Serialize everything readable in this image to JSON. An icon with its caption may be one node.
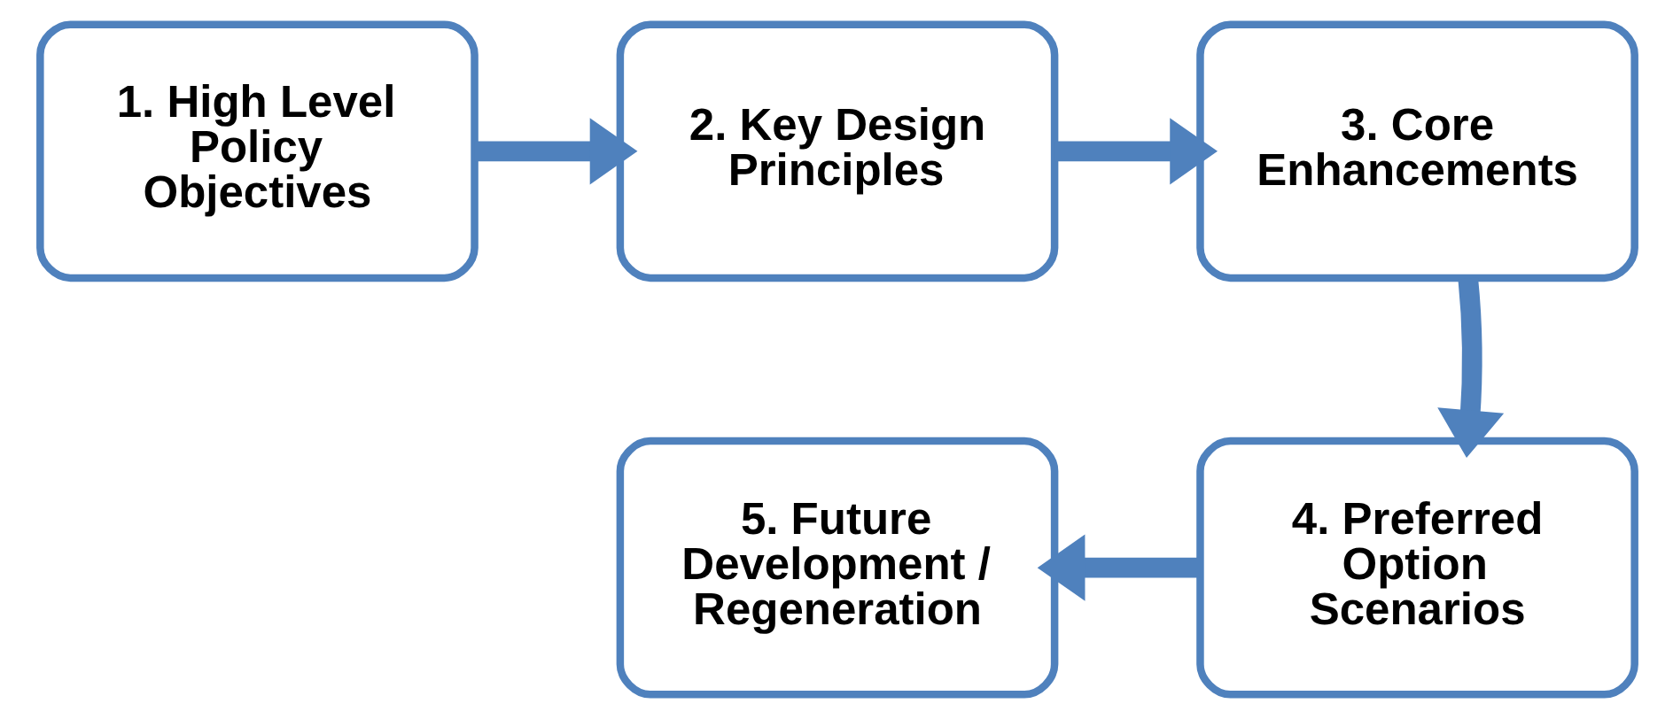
{
  "diagram": {
    "nodes": [
      {
        "text": [
          "1. High Level Policy Objectives"
        ]
      },
      {
        "text": [
          "2. Key Design Principles"
        ]
      },
      {
        "text": [
          "3. Core Enhancements"
        ]
      },
      {
        "text": [
          "4. Preferred Option Scenarios"
        ]
      },
      {
        "text": [
          "5. Future Development / Regeneration"
        ]
      }
    ],
    "edges": [
      {
        "from": 0,
        "to": 1,
        "arrow": "to"
      },
      {
        "from": 1,
        "to": 2,
        "arrow": "to"
      },
      {
        "from": 2,
        "to": 3,
        "arrow": "to"
      },
      {
        "from": 3,
        "to": 4,
        "arrow": "to"
      }
    ]
  }
}
